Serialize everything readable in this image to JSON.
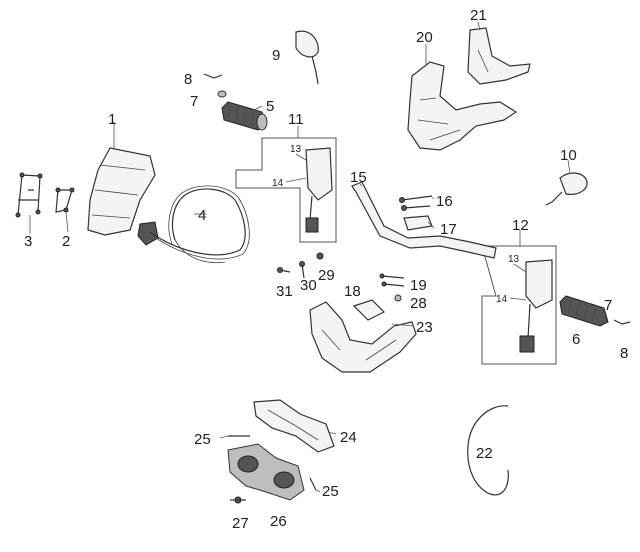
{
  "diagram": {
    "callouts": {
      "c1": "1",
      "c2": "2",
      "c3": "3",
      "c4": "4",
      "c5": "5",
      "c6": "6",
      "c7a": "7",
      "c7b": "7",
      "c8a": "8",
      "c8b": "8",
      "c9": "9",
      "c10": "10",
      "c11": "11",
      "c12": "12",
      "c13a": "13",
      "c13b": "13",
      "c14a": "14",
      "c14b": "14",
      "c15": "15",
      "c16": "16",
      "c17": "17",
      "c18": "18",
      "c19": "19",
      "c20": "20",
      "c21": "21",
      "c22": "22",
      "c23": "23",
      "c24": "24",
      "c25a": "25",
      "c25b": "25",
      "c26": "26",
      "c27": "27",
      "c28": "28",
      "c29": "29",
      "c30": "30",
      "c31": "31"
    }
  }
}
